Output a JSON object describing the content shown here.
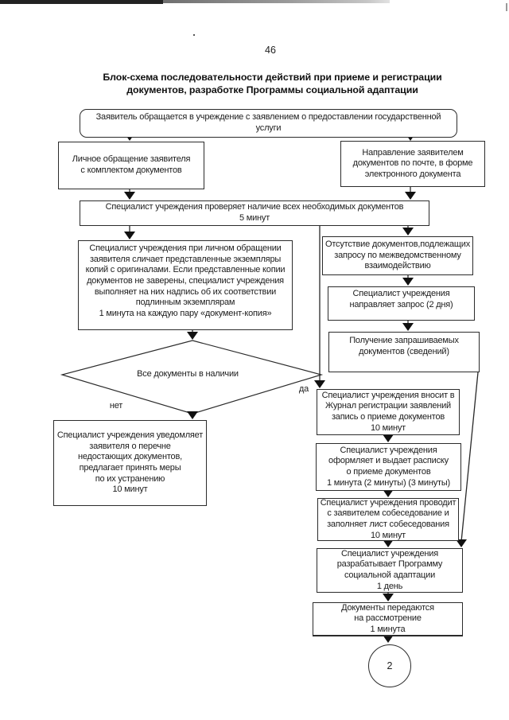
{
  "page": {
    "number": "46",
    "title": "Блок-схема последовательности действий при приеме и регистрации\nдокументов, разработке Программы социальной адаптации"
  },
  "flowchart": {
    "start": "Заявитель обращается в учреждение с заявлением о предоставлении государственной\nуслуги",
    "personal_visit": "Личное обращение заявителя\nс комплектом документов",
    "mail_submission": "Направление заявителем\nдокументов по почте, в форме\nэлектронного документа",
    "check_documents": "Специалист учреждения проверяет наличие всех необходимых документов\n5 минут",
    "compare_copies": "Специалист учреждения при личном обращении\nзаявителя сличает представленные экземпляры\nкопий с оригиналами. Если представленные копии\nдокументов не заверены, специалист учреждения\nвыполняет на них надпись об их соответствии\nподлинным экземплярам\n1 минута на каждую пару «документ-копия»",
    "missing_interagency": "Отсутствие документов,подлежащих\nзапросу по межведомственному\nвзаимодействию",
    "send_request": "Специалист учреждения\nнаправляет запрос (2 дня)",
    "receive_requested": "Получение запрашиваемых\nдокументов (сведений)",
    "decision_all_present": "Все документы в наличии",
    "label_no": "нет",
    "label_yes": "да",
    "notify_missing": "Специалист учреждения уведомляет\nзаявителя о перечне\nнедостающих документов,\nпредлагает принять меры\nпо их устранению\n10 минут",
    "journal_entry": "Специалист учреждения вносит в\nЖурнал регистрации заявлений\nзапись о приеме документов\n10 минут",
    "issue_receipt": "Специалист учреждения\nоформляет и выдает расписку\nо приеме документов\n1 минута (2 минуты) (3 минуты)",
    "interview": "Специалист учреждения проводит\nс заявителем собеседование и\nзаполняет лист собеседования\n10 минут",
    "develop_program": "Специалист учреждения\nразрабатывает Программу\nсоциальной адаптации\n1 день",
    "hand_over": "Документы передаются\nна рассмотрение\n1 минута",
    "connector_page_ref": "2"
  },
  "colors": {
    "line": "#282828",
    "border": "#2b2b2b",
    "text": "#1c1c1c"
  }
}
